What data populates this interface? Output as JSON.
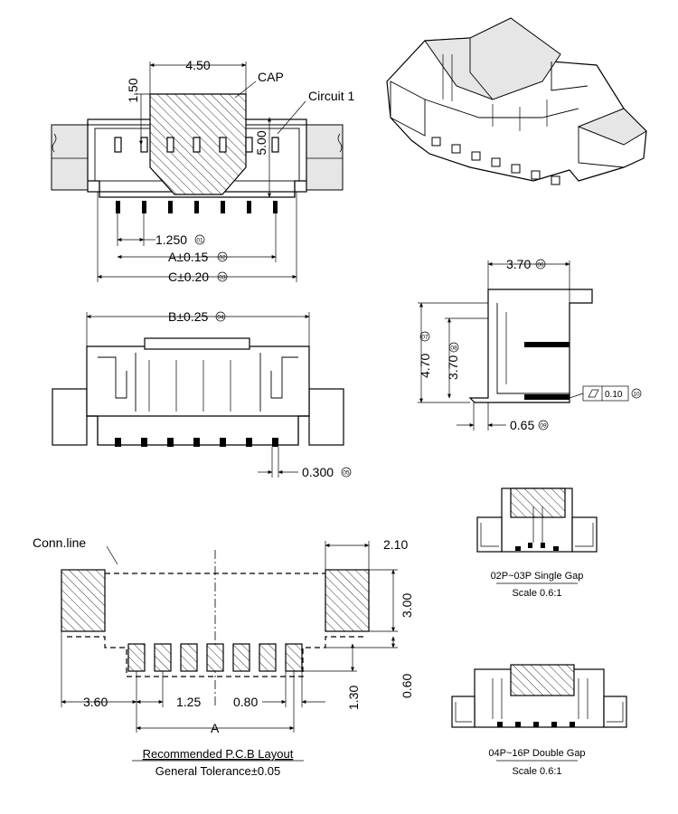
{
  "top_view": {
    "dim_cap_width": "4.50",
    "dim_cap_offset": "1.50",
    "label_cap": "CAP",
    "label_circuit1": "Circuit 1",
    "dim_height": "5.00",
    "dim_pitch": "1.250",
    "dim_pitch_ref": "01",
    "dim_a": "A±0.15",
    "dim_a_ref": "02",
    "dim_c": "C±0.20",
    "dim_c_ref": "03"
  },
  "front_view": {
    "dim_b": "B±0.25",
    "dim_b_ref": "04",
    "dim_pin": "0.300",
    "dim_pin_ref": "05"
  },
  "side_view": {
    "dim_depth": "3.70",
    "dim_depth_ref": "06",
    "dim_height": "4.70",
    "dim_height_ref": "07",
    "dim_inner": "3.70",
    "dim_inner_ref": "08",
    "dim_foot": "0.65",
    "dim_foot_ref": "09",
    "flatness_value": "0.10",
    "flatness_ref": "10"
  },
  "pcb_layout": {
    "label_conn_line": "Conn.line",
    "dim_tab_width": "2.10",
    "dim_tab_height": "3.00",
    "dim_pad_gap": "0.60",
    "dim_pad_len": "1.30",
    "dim_edge": "3.60",
    "dim_pitch": "1.25",
    "dim_pad_width": "0.80",
    "dim_a": "A",
    "title": "Recommended P.C.B Layout",
    "tolerance": "General Tolerance±0.05"
  },
  "variants": [
    {
      "title": "02P~03P Single Gap",
      "scale": "Scale 0.6:1"
    },
    {
      "title": "04P~16P Double Gap",
      "scale": "Scale 0.6:1"
    }
  ]
}
